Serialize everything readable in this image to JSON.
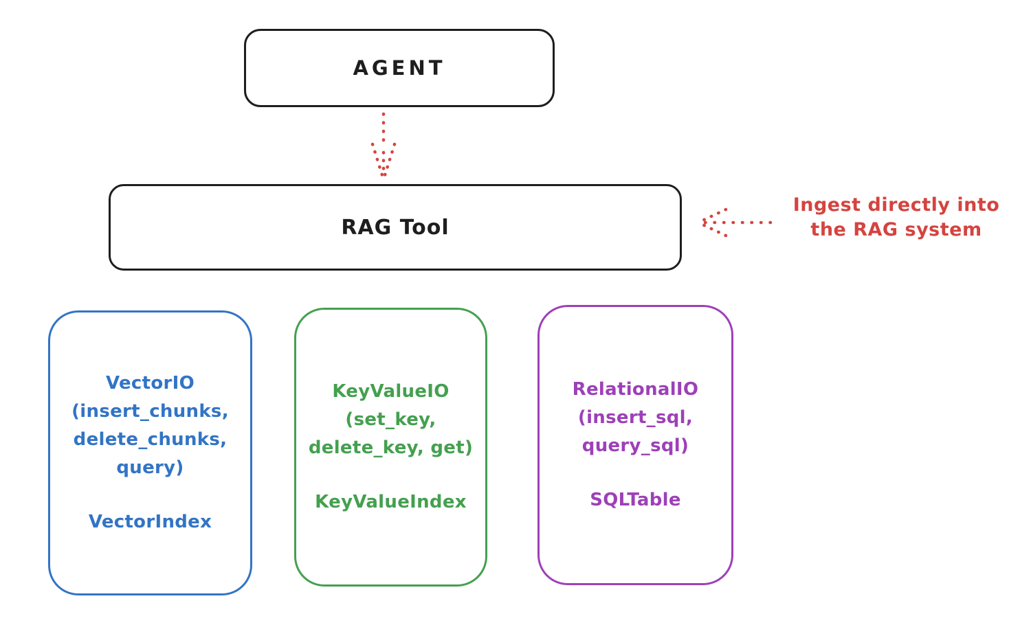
{
  "diagram": {
    "background": "#ffffff",
    "ink_color": "#1e1e1e",
    "agent_node": {
      "label": "AGENT"
    },
    "rag_node": {
      "label": "RAG Tool"
    },
    "annotation": {
      "text": "Ingest directly into\nthe RAG system",
      "color": "#d4443f"
    },
    "arrows": [
      {
        "name": "agent-to-rag",
        "style": "dotted",
        "direction": "down",
        "color": "#d4443f"
      },
      {
        "name": "ingest-into-rag",
        "style": "dotted",
        "direction": "left",
        "color": "#d4443f"
      }
    ],
    "backends": [
      {
        "name": "VectorIO",
        "methods_block": "VectorIO\n(insert_chunks,\ndelete_chunks,\nquery)",
        "store_label": "VectorIndex",
        "accent": "#3274c5"
      },
      {
        "name": "KeyValueIO",
        "methods_block": "KeyValueIO\n(set_key,\ndelete_key, get)",
        "store_label": "KeyValueIndex",
        "accent": "#44a04f"
      },
      {
        "name": "RelationalIO",
        "methods_block": "RelationalIO\n(insert_sql,\nquery_sql)",
        "store_label": "SQLTable",
        "accent": "#9d40b8"
      }
    ]
  }
}
